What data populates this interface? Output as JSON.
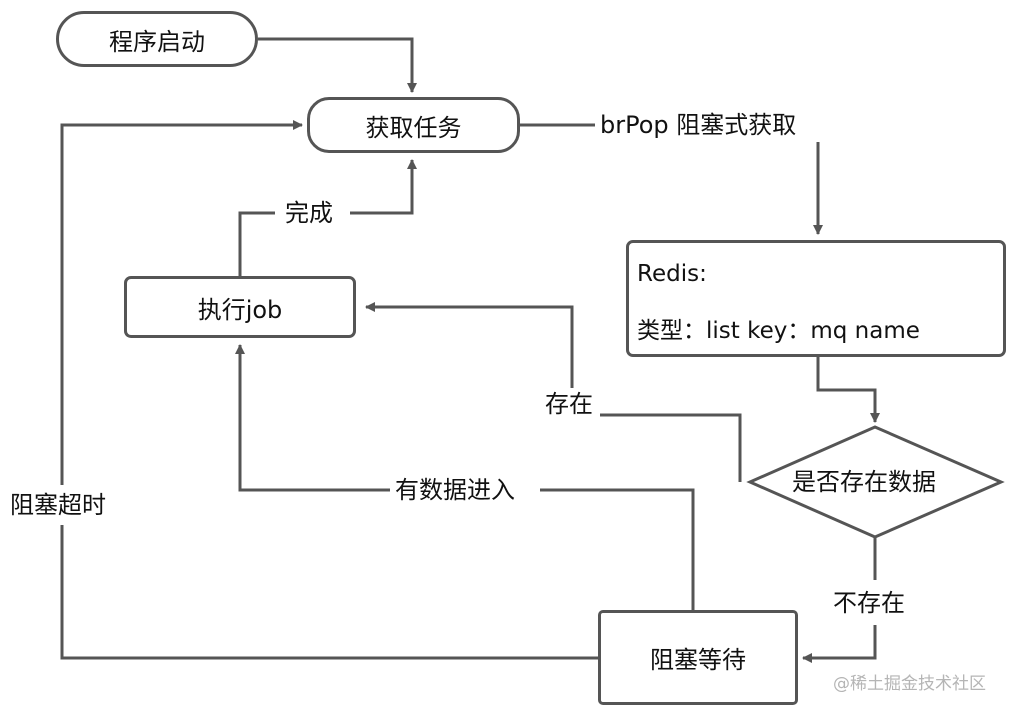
{
  "nodes": {
    "start": "程序启动",
    "fetch": "获取任务",
    "redis_line1": "Redis:",
    "redis_line2": "类型：list    key：mq name",
    "decision": "是否存在数据",
    "execute": "执行job",
    "wait": "阻塞等待"
  },
  "edge_labels": {
    "brpop": "brPop 阻塞式获取",
    "done": "完成",
    "exists": "存在",
    "not_exists": "不存在",
    "data_in": "有数据进入",
    "timeout": "阻塞超时"
  },
  "watermark": "@稀土掘金技术社区",
  "colors": {
    "line": "#555555",
    "text": "#111111"
  }
}
